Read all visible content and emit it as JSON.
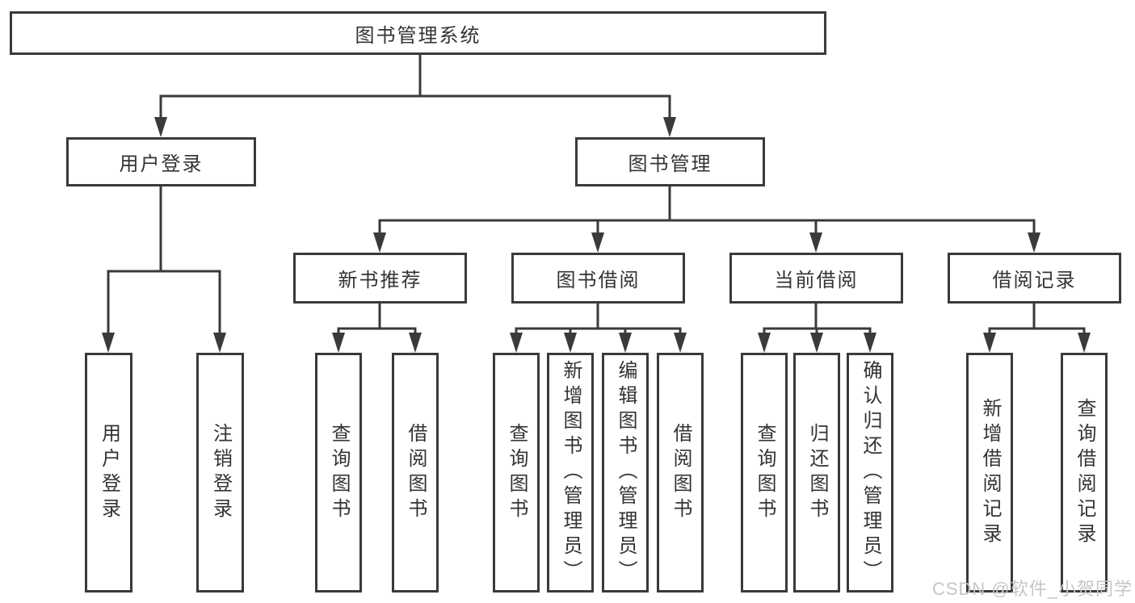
{
  "diagram": {
    "type": "hierarchy-tree",
    "title": "图书管理系统",
    "watermark": "CSDN @软件_小贺同学",
    "colors": {
      "line": "#3a3a3a",
      "box_border": "#3a3a3a",
      "text": "#333333",
      "watermark_text": "#c6c6c6",
      "background": "#ffffff"
    },
    "tree": {
      "图书管理系统": {
        "用户登录": [
          "用户登录",
          "注销登录"
        ],
        "图书管理": {
          "新书推荐": [
            "查询图书",
            "借阅图书"
          ],
          "图书借阅": [
            "查询图书",
            "新增图书（管理员）",
            "编辑图书（管理员）",
            "借阅图书"
          ],
          "当前借阅": [
            "查询图书",
            "归还图书",
            "确认归还（管理员）"
          ],
          "借阅记录": [
            "新增借阅记录",
            "查询借阅记录"
          ]
        }
      }
    }
  },
  "nodes": {
    "root": {
      "label": "图书管理系统"
    },
    "user_login": {
      "label": "用户登录"
    },
    "book_mgmt": {
      "label": "图书管理"
    },
    "new_book_rec": {
      "label": "新书推荐"
    },
    "book_borrow": {
      "label": "图书借阅"
    },
    "current_borrow": {
      "label": "当前借阅"
    },
    "borrow_record": {
      "label": "借阅记录"
    },
    "leaf_user_login": {
      "label": "用户登录"
    },
    "leaf_logout": {
      "label": "注销登录"
    },
    "leaf_query_book_1": {
      "label": "查询图书"
    },
    "leaf_borrow_book_1": {
      "label": "借阅图书"
    },
    "leaf_query_book_2": {
      "label": "查询图书"
    },
    "leaf_add_book": {
      "label": "新增图书（管理员）"
    },
    "leaf_edit_book": {
      "label": "编辑图书（管理员）"
    },
    "leaf_borrow_book_2": {
      "label": "借阅图书"
    },
    "leaf_query_book_3": {
      "label": "查询图书"
    },
    "leaf_return_book": {
      "label": "归还图书"
    },
    "leaf_confirm_return": {
      "label": "确认归还（管理员）"
    },
    "leaf_add_borrow_record": {
      "label": "新增借阅记录"
    },
    "leaf_query_borrow_record": {
      "label": "查询借阅记录"
    }
  }
}
